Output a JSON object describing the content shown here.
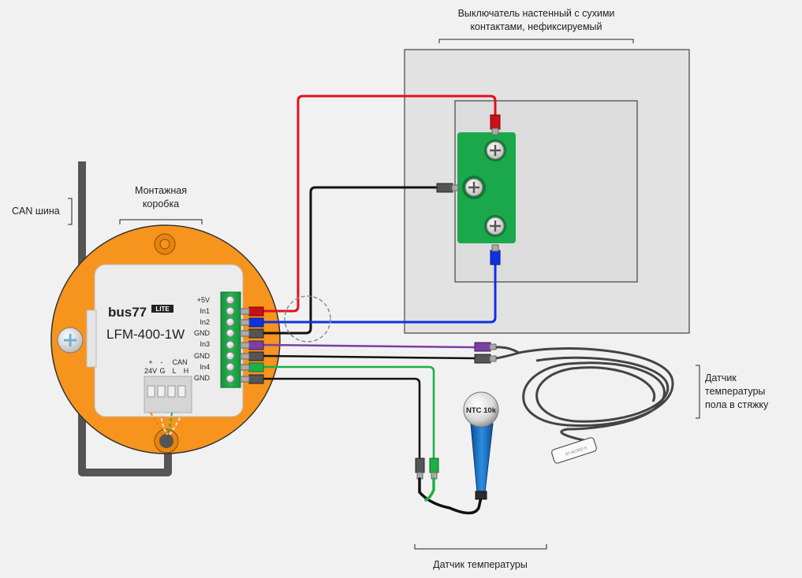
{
  "captions": {
    "switch_title_line1": "Выключатель настенный с сухими",
    "switch_title_line2": "контактами, нефиксируемый",
    "mount_box_line1": "Монтажная",
    "mount_box_line2": "коробка",
    "can_bus": "CAN шина",
    "floor_sensor_line1": "Датчик",
    "floor_sensor_line2": "температуры",
    "floor_sensor_line3": "пола в стяжку",
    "temp_sensor": "Датчик температуры"
  },
  "device": {
    "brand": "bus77",
    "edition": "LITE",
    "model": "LFM-400-1W",
    "terminals": [
      "+5V",
      "In1",
      "In2",
      "GND",
      "In3",
      "GND",
      "In4",
      "GND"
    ],
    "bus_labels": {
      "plus": "+",
      "minus": "-",
      "v24": "24V",
      "g": "G",
      "can": "CAN",
      "l": "L",
      "h": "H"
    }
  },
  "sensor": {
    "label": "NTC 10k",
    "probe_label": "ST-ACS02-3"
  },
  "colors": {
    "background": "#f1f1f1",
    "mount_box": "#f7941d",
    "terminal_block": "#1db046",
    "switch_plate": "#e3e3e3",
    "contact_block": "#1aa84a",
    "wire_red": "#e0121b",
    "wire_blue": "#1030e0",
    "wire_black": "#111111",
    "wire_purple": "#7a3fa0",
    "wire_green": "#1db046",
    "sensor_body": "#1c74c4",
    "can_cable": "#555555"
  }
}
